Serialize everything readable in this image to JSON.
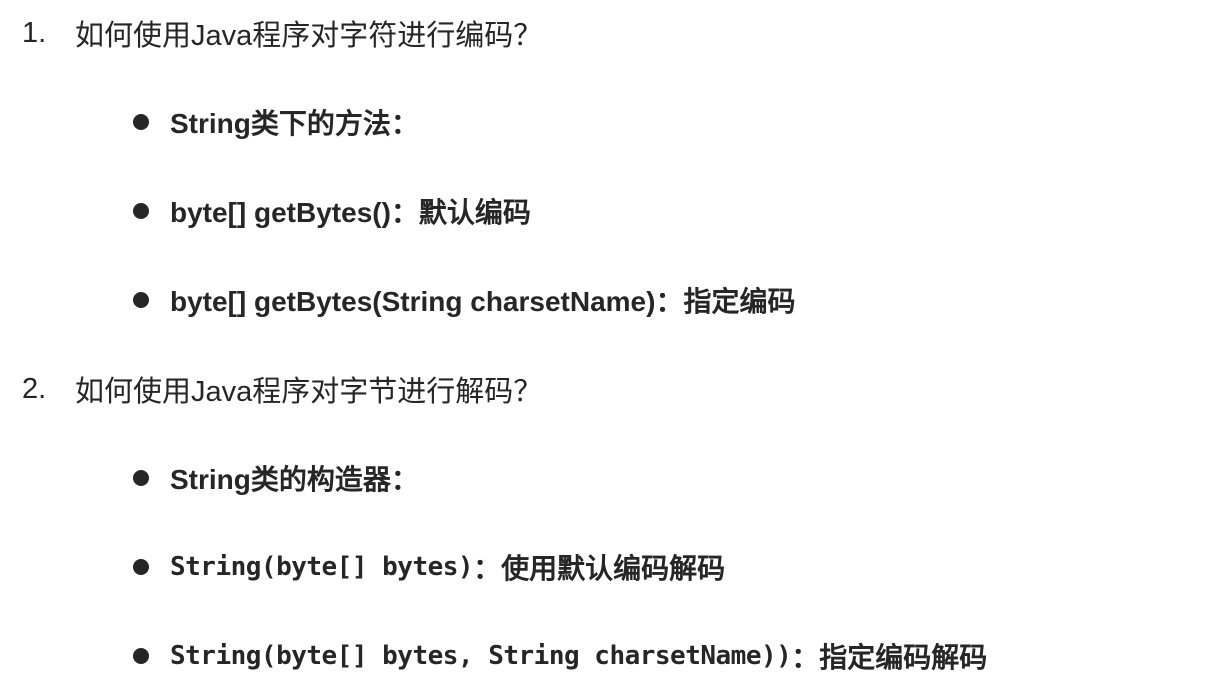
{
  "colors": {
    "text": "#262626",
    "background": "#ffffff",
    "bullet": "#262626"
  },
  "sections": [
    {
      "number": "1.",
      "question": "如何使用Java程序对字符进行编码？",
      "bullets": [
        {
          "code": "",
          "text": "String类下的方法："
        },
        {
          "code": "",
          "text": "byte[] getBytes()：默认编码"
        },
        {
          "code": "",
          "text": "byte[] getBytes(String charsetName)：指定编码"
        }
      ]
    },
    {
      "number": "2.",
      "question": "如何使用Java程序对字节进行解码？",
      "bullets": [
        {
          "code": "",
          "text": "String类的构造器："
        },
        {
          "code": "String(byte[] bytes)",
          "text": "：使用默认编码解码"
        },
        {
          "code": "String(byte[] bytes, String charsetName))",
          "text": "：指定编码解码"
        }
      ]
    }
  ]
}
